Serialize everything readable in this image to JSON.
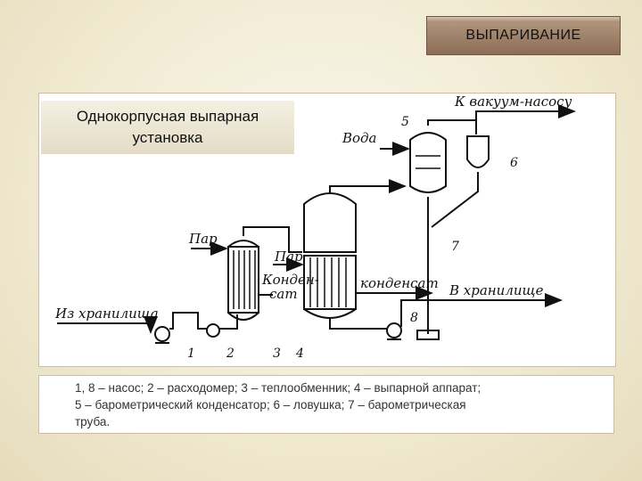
{
  "header": {
    "title": "ВЫПАРИВАНИЕ"
  },
  "subtitle": {
    "line1": "Однокорпусная выпарная",
    "line2": "установка"
  },
  "diagram": {
    "labels": {
      "vacuum_pump": "К вакуум-насосу",
      "water": "Вода",
      "steam_top": "Пар",
      "steam_mid": "Пар",
      "condensate_left_1": "Конден-",
      "condensate_left_2": "сат",
      "condensate_right": "конденсат",
      "to_storage": "В хранилище",
      "from_storage": "Из хранилища"
    },
    "numbers": {
      "n1": "1",
      "n2": "2",
      "n3": "3",
      "n4": "4",
      "n5": "5",
      "n6": "6",
      "n7": "7",
      "n8": "8"
    }
  },
  "legend": {
    "line1": "1, 8 – насос; 2 – расходомер; 3 – теплообменник; 4 – выпарной аппарат;",
    "line2": "5 – барометрический конденсатор; 6 – ловушка; 7 – барометрическая",
    "line3": "труба."
  }
}
